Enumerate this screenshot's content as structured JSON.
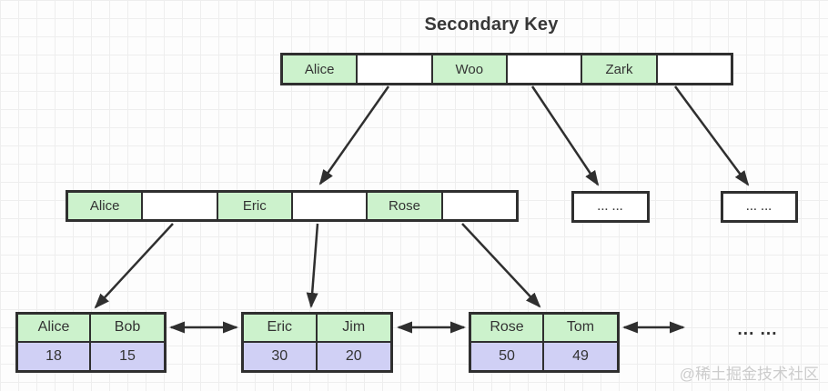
{
  "title": "Secondary Key",
  "colors": {
    "key_fill": "#ccf2cc",
    "value_fill": "#d0d0f5",
    "border": "#2f2f2f",
    "text": "#333333",
    "watermark": "#cccccc"
  },
  "root_node": {
    "cells": [
      "Alice",
      "",
      "Woo",
      "",
      "Zark",
      ""
    ]
  },
  "internal_node": {
    "cells": [
      "Alice",
      "",
      "Eric",
      "",
      "Rose",
      ""
    ]
  },
  "ellipsis_nodes": [
    "... ...",
    "... ..."
  ],
  "leaves": [
    {
      "keys": [
        "Alice",
        "Bob"
      ],
      "values": [
        "18",
        "15"
      ]
    },
    {
      "keys": [
        "Eric",
        "Jim"
      ],
      "values": [
        "30",
        "20"
      ]
    },
    {
      "keys": [
        "Rose",
        "Tom"
      ],
      "values": [
        "50",
        "49"
      ]
    }
  ],
  "leaf_ellipsis": "... ...",
  "watermark": "@稀土掘金技术社区"
}
